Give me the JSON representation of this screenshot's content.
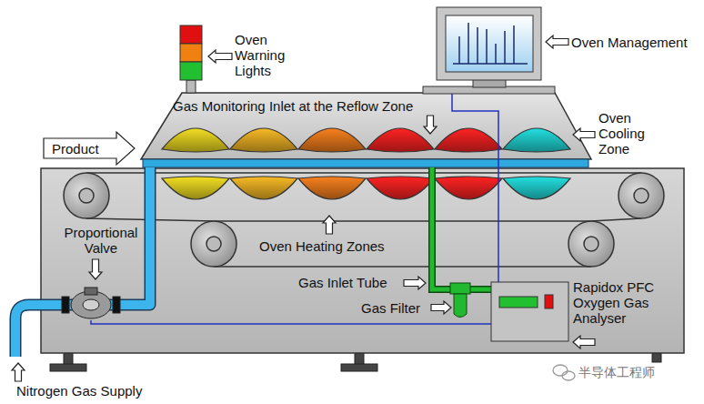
{
  "diagram": {
    "labels": [
      "Oven Warning Lights",
      "Oven Management",
      "Gas Monitoring Inlet at the Reflow Zone",
      "Product",
      "Oven Cooling Zone",
      "Proportional Valve",
      "Oven Heating Zones",
      "Gas Inlet Tube",
      "Gas Filter",
      "Rapidox PFC Oxygen Gas Analyser",
      "Nitrogen Gas Supply",
      "半导体工程师"
    ]
  }
}
